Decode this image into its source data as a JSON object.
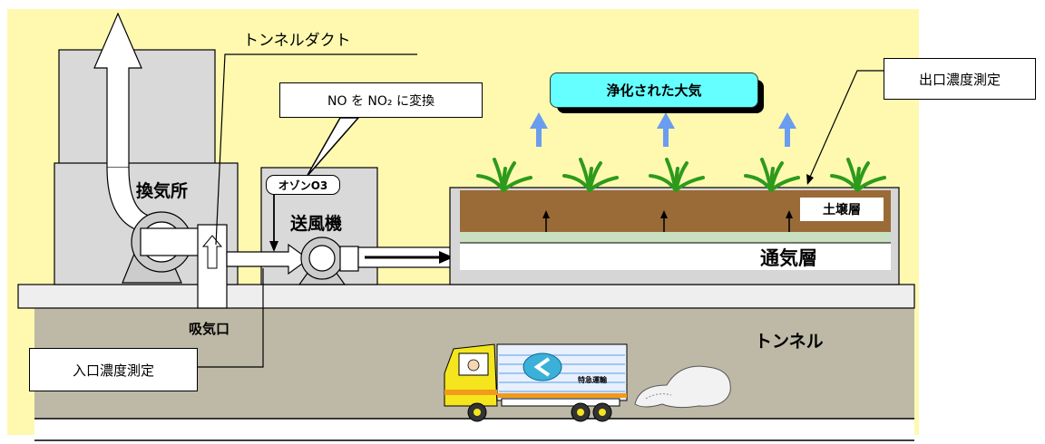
{
  "labels": {
    "tunnel_duct": "トンネルダクト",
    "no_conversion": "NO を NO₂ に変換",
    "clean_air": "浄化された大気",
    "outlet_measurement": "出口濃度測定",
    "ventilation_station": "換気所",
    "ozone": "オゾンO3",
    "blower": "送風機",
    "soil_layer": "土壌層",
    "aeration_layer": "通気層",
    "intake": "吸気口",
    "tunnel": "トンネル",
    "inlet_measurement": "入口濃度測定",
    "truck_sign": "特急運輸"
  },
  "colors": {
    "background": "#fff9b0",
    "soil": "#9a6b36",
    "tunnel_fill": "#bdb9a6",
    "building": "#d9d9d9",
    "grass": "#2e9a1c",
    "clean_air_box": "#66ffff",
    "air_arrow": "#6a9cf0"
  }
}
